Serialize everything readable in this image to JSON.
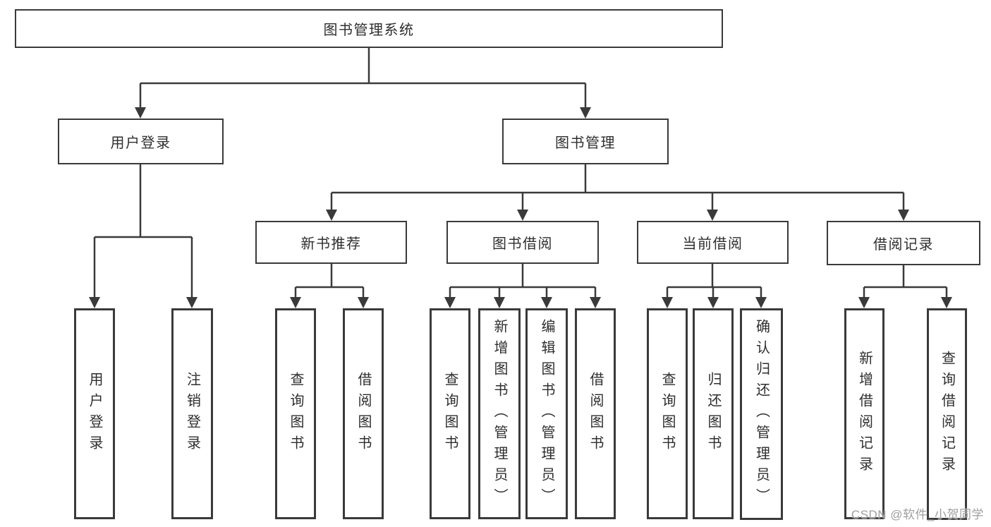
{
  "diagram": {
    "title": "图书管理系统",
    "level2": {
      "user_login": "用户登录",
      "book_mgmt": "图书管理"
    },
    "level3": {
      "new_book_rec": "新书推荐",
      "book_borrow": "图书借阅",
      "current_borrow": "当前借阅",
      "borrow_record": "借阅记录"
    },
    "leaves": {
      "user_login": "用户登录",
      "logout": "注销登录",
      "newrec_query_book": "查询图书",
      "newrec_borrow_book": "借阅图书",
      "borrow_query_book": "查询图书",
      "borrow_add_book": "新增图书（管理员）",
      "borrow_edit_book": "编辑图书（管理员）",
      "borrow_borrow_book": "借阅图书",
      "current_query_book": "查询图书",
      "current_return_book": "归还图书",
      "current_confirm_return": "确认归还（管理员）",
      "record_add": "新增借阅记录",
      "record_query": "查询借阅记录"
    }
  },
  "watermark": "CSDN @软件_小贺同学",
  "colors": {
    "line": "#3a3a3a",
    "text": "#2e2e2e",
    "background": "#ffffff",
    "watermark": "#9e9e9e"
  }
}
